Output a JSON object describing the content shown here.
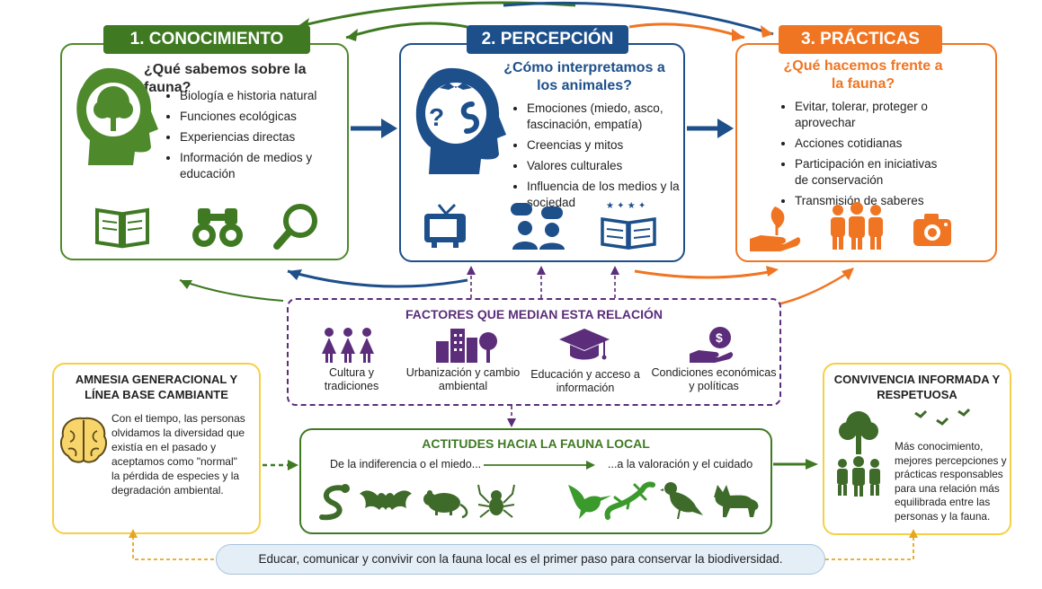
{
  "sections": [
    {
      "title": "1. CONOCIMIENTO",
      "question": "¿Qué sabemos sobre la fauna?",
      "items": [
        "Biología e historia natural",
        "Funciones ecológicas",
        "Experiencias directas",
        "Información de medios y educación"
      ],
      "color": "#3f7a23"
    },
    {
      "title": "2. PERCEPCIÓN",
      "question": "¿Cómo interpretamos a los animales?",
      "items": [
        "Emociones (miedo, asco, fascinación, empatía)",
        "Creencias y mitos",
        "Valores culturales",
        "Influencia de los medios y la sociedad"
      ],
      "color": "#1d4f8a"
    },
    {
      "title": "3. PRÁCTICAS",
      "question": "¿Qué hacemos frente a la fauna?",
      "items": [
        "Evitar, tolerar, proteger o aprovechar",
        "Acciones cotidianas",
        "Participación en iniciativas de conservación",
        "Transmisión de saberes"
      ],
      "color": "#f07522"
    }
  ],
  "factors": {
    "title": "FACTORES QUE MEDIAN ESTA RELACIÓN",
    "items": [
      "Cultura y tradiciones",
      "Urbanización y cambio ambiental",
      "Educación y acceso a información",
      "Condiciones económicas y políticas"
    ],
    "color": "#5b2d7a"
  },
  "amnesia": {
    "title": "AMNESIA GENERACIONAL Y LÍNEA BASE CAMBIANTE",
    "text": "Con el tiempo, las personas olvidamos la diversidad que existía en el pasado y aceptamos como \"normal\" la pérdida de especies y la degradación ambiental."
  },
  "attitudes": {
    "title": "ACTITUDES HACIA LA FAUNA LOCAL",
    "from": "De la indiferencia o el miedo...",
    "to": "...a la valoración y el cuidado"
  },
  "coexistence": {
    "title": "CONVIVENCIA INFORMADA Y RESPETUOSA",
    "text": "Más conocimiento, mejores percepciones y prácticas responsables para una relación más equilibrada entre las personas y la fauna."
  },
  "footer": "Educar, comunicar y convivir con la fauna local es el primer paso para conservar la biodiversidad."
}
